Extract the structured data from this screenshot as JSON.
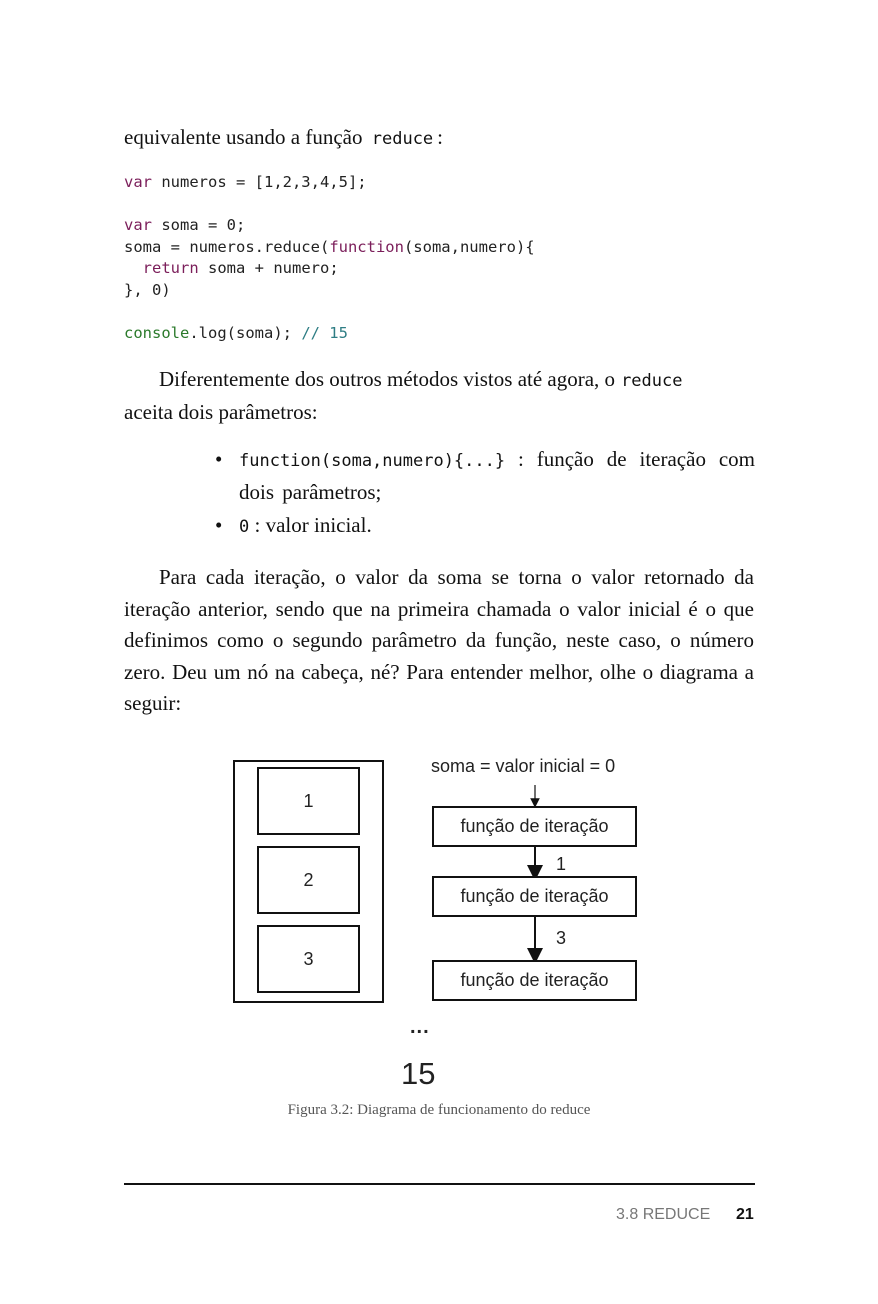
{
  "intro": {
    "text": "equivalente usando a função",
    "code": "reduce",
    "punct": ":"
  },
  "code": {
    "l1_kw": "var",
    "l1_rest": " numeros = [1,2,3,4,5];",
    "l2_kw": "var",
    "l2_rest": " soma = 0;",
    "l3_a": "soma = numeros.reduce(",
    "l3_kw": "function",
    "l3_b": "(soma,numero){",
    "l4_indent": "  ",
    "l4_kw": "return",
    "l4_rest": " soma + numero;",
    "l5": "}, 0)",
    "l6_fn": "console",
    "l6_rest": ".log(soma); ",
    "l6_comment": "// 15"
  },
  "para2": {
    "text": "Diferentemente dos outros métodos vistos até agora, o",
    "code": "reduce",
    "text2": "aceita dois parâmetros:"
  },
  "bullets": [
    {
      "code": "function(soma,numero){...}",
      "text": " : função de iteração com dois parâmetros;"
    },
    {
      "code": "0",
      "text": " : valor inicial."
    }
  ],
  "para3": {
    "text": "Para cada iteração, o valor da soma se torna o valor retornado da iteração anterior, sendo que na primeira chamada o valor inicial é o que definimos como o segundo parâmetro da função, neste caso, o número zero. Deu um nó na cabeça, né? Para entender melhor, olhe o diagrama a seguir:"
  },
  "diagram": {
    "array_items": [
      "1",
      "2",
      "3"
    ],
    "initial_label": "soma = valor inicial = 0",
    "step_label": "função de iteração",
    "arrow_values": [
      "1",
      "3"
    ],
    "ellipsis": "...",
    "result": "15"
  },
  "caption": "Figura 3.2: Diagrama de funcionamento do reduce",
  "footer": {
    "section": "3.8 REDUCE",
    "page": "21"
  }
}
